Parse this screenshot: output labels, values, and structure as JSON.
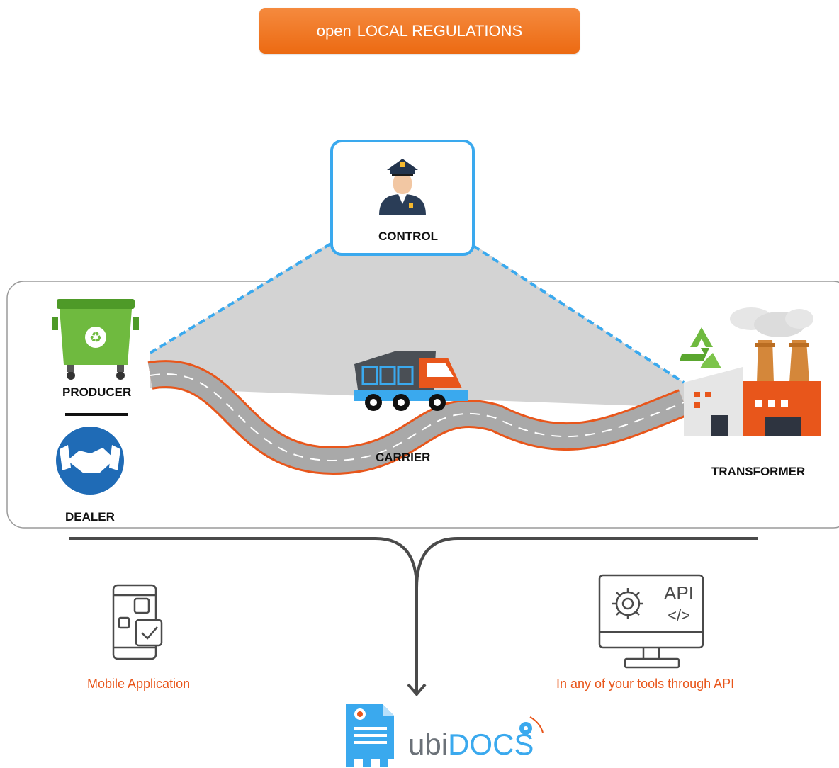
{
  "header_button": {
    "prefix": "open",
    "label": "LOCAL REGULATIONS"
  },
  "nodes": {
    "control": "CONTROL",
    "producer": "PRODUCER",
    "dealer": "DEALER",
    "carrier": "CARRIER",
    "transformer": "TRANSFORMER"
  },
  "outputs": {
    "mobile": "Mobile Application",
    "api_caption": "In any of your tools through API",
    "api_icon_text": "API",
    "api_code_text": "</>"
  },
  "brand": {
    "part1": "ubi",
    "part2": "DOCS"
  },
  "colors": {
    "accent": "#ec6a12",
    "blue": "#3aa9ee",
    "green": "#6fba3f",
    "road": "#a9a9a9",
    "road_edge": "#e8561b"
  }
}
